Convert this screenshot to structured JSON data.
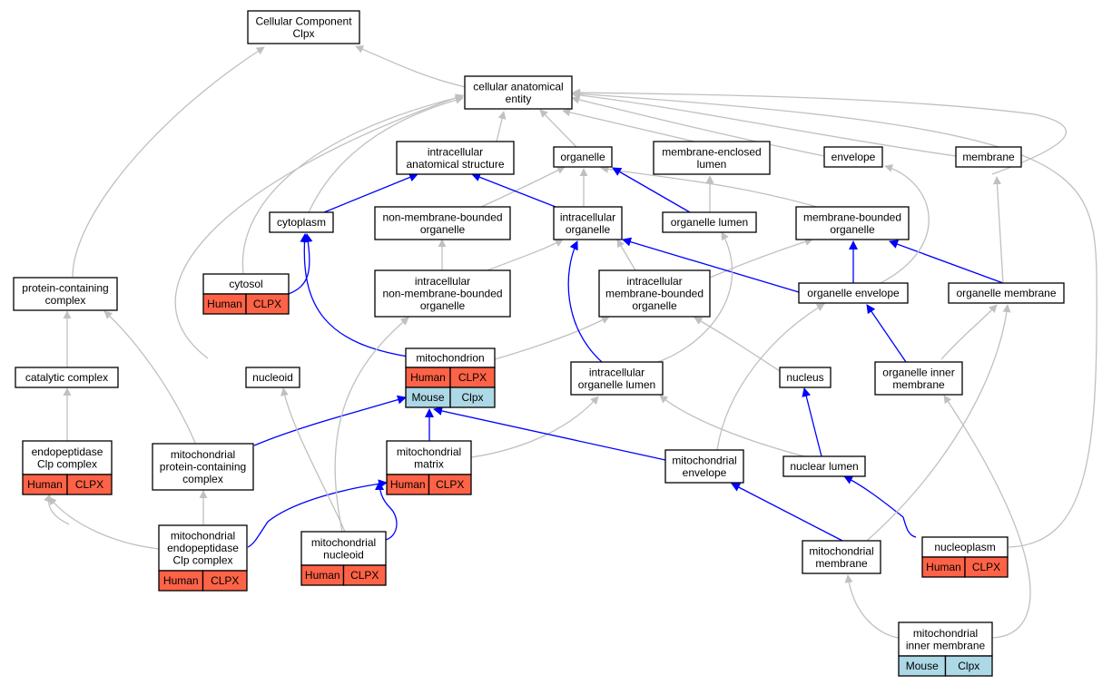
{
  "colors": {
    "edge_gray": "#c0c0c0",
    "edge_blue": "#0000ff",
    "human_cell": "#ff6347",
    "mouse_cell": "#add8e6",
    "node_border": "#000000"
  },
  "nodes": {
    "root": {
      "lines": [
        "Cellular Component",
        "Clpx"
      ]
    },
    "cae": {
      "lines": [
        "cellular anatomical",
        "entity"
      ]
    },
    "ias": {
      "lines": [
        "intracellular",
        "anatomical structure"
      ]
    },
    "organelle": {
      "lines": [
        "organelle"
      ]
    },
    "mel": {
      "lines": [
        "membrane-enclosed",
        "lumen"
      ]
    },
    "envelope": {
      "lines": [
        "envelope"
      ]
    },
    "membrane": {
      "lines": [
        "membrane"
      ]
    },
    "cytoplasm": {
      "lines": [
        "cytoplasm"
      ]
    },
    "nmbo": {
      "lines": [
        "non-membrane-bounded",
        "organelle"
      ]
    },
    "io": {
      "lines": [
        "intracellular",
        "organelle"
      ]
    },
    "ol": {
      "lines": [
        "organelle lumen"
      ]
    },
    "mbo": {
      "lines": [
        "membrane-bounded",
        "organelle"
      ]
    },
    "pcc": {
      "lines": [
        "protein-containing",
        "complex"
      ]
    },
    "cytosol": {
      "lines": [
        "cytosol"
      ],
      "cells": [
        [
          "Human",
          "CLPX"
        ]
      ]
    },
    "inmbo": {
      "lines": [
        "intracellular",
        "non-membrane-bounded",
        "organelle"
      ]
    },
    "imbo": {
      "lines": [
        "intracellular",
        "membrane-bounded",
        "organelle"
      ]
    },
    "oe": {
      "lines": [
        "organelle envelope"
      ]
    },
    "om": {
      "lines": [
        "organelle membrane"
      ]
    },
    "cc": {
      "lines": [
        "catalytic complex"
      ]
    },
    "nucleoid": {
      "lines": [
        "nucleoid"
      ]
    },
    "mito": {
      "lines": [
        "mitochondrion"
      ],
      "cells": [
        [
          "Human",
          "CLPX"
        ],
        [
          "Mouse",
          "Clpx"
        ]
      ]
    },
    "iol": {
      "lines": [
        "intracellular",
        "organelle lumen"
      ]
    },
    "nucleus": {
      "lines": [
        "nucleus"
      ]
    },
    "oim": {
      "lines": [
        "organelle inner",
        "membrane"
      ]
    },
    "epc": {
      "lines": [
        "endopeptidase",
        "Clp complex"
      ],
      "cells": [
        [
          "Human",
          "CLPX"
        ]
      ]
    },
    "mpcc": {
      "lines": [
        "mitochondrial",
        "protein-containing",
        "complex"
      ]
    },
    "mm": {
      "lines": [
        "mitochondrial",
        "matrix"
      ],
      "cells": [
        [
          "Human",
          "CLPX"
        ]
      ]
    },
    "me": {
      "lines": [
        "mitochondrial",
        "envelope"
      ]
    },
    "nl": {
      "lines": [
        "nuclear lumen"
      ]
    },
    "mepc": {
      "lines": [
        "mitochondrial",
        "endopeptidase",
        "Clp complex"
      ],
      "cells": [
        [
          "Human",
          "CLPX"
        ]
      ]
    },
    "mn": {
      "lines": [
        "mitochondrial",
        "nucleoid"
      ],
      "cells": [
        [
          "Human",
          "CLPX"
        ]
      ]
    },
    "mmem": {
      "lines": [
        "mitochondrial",
        "membrane"
      ]
    },
    "np": {
      "lines": [
        "nucleoplasm"
      ],
      "cells": [
        [
          "Human",
          "CLPX"
        ]
      ]
    },
    "mim": {
      "lines": [
        "mitochondrial",
        "inner membrane"
      ],
      "cells": [
        [
          "Mouse",
          "Clpx"
        ]
      ]
    }
  }
}
